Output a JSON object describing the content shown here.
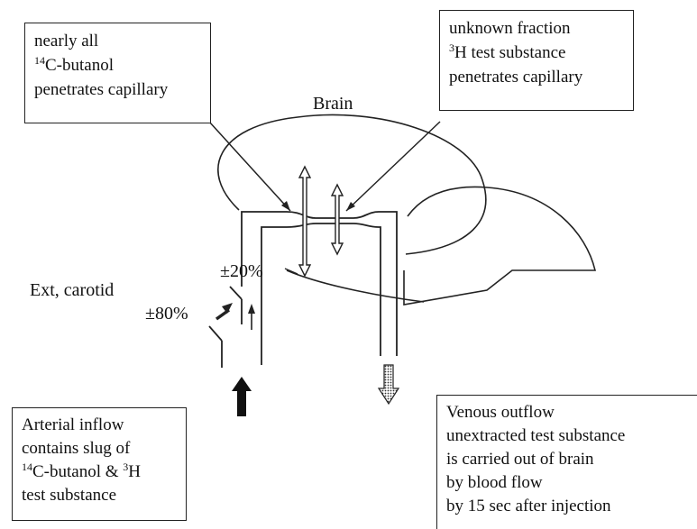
{
  "boxes": {
    "top_left": {
      "lines": [
        {
          "text": "nearly all"
        },
        {
          "sup": "14",
          "text": "C-butanol"
        },
        {
          "text": "penetrates capillary"
        }
      ]
    },
    "top_right": {
      "lines": [
        {
          "text": "unknown fraction"
        },
        {
          "sup": "3",
          "text": "H test substance"
        },
        {
          "text": "penetrates capillary"
        }
      ]
    },
    "bottom_left": {
      "lines": [
        {
          "text": "Arterial inflow"
        },
        {
          "text": "contains slug of"
        },
        {
          "sup": "14",
          "text": "C-butanol & ",
          "sup2": "3",
          "text2": "H"
        },
        {
          "text": "test substance"
        }
      ]
    },
    "bottom_right": {
      "lines": [
        {
          "text": "Venous outflow"
        },
        {
          "text": "unextracted test substance"
        },
        {
          "text": "is carried out of brain"
        },
        {
          "text": "by blood flow"
        },
        {
          "text": "by 15 sec after injection"
        }
      ]
    }
  },
  "labels": {
    "brain": "Brain",
    "ext_carotid": "Ext, carotid",
    "pct_20": "±20%",
    "pct_80": "±80%"
  }
}
